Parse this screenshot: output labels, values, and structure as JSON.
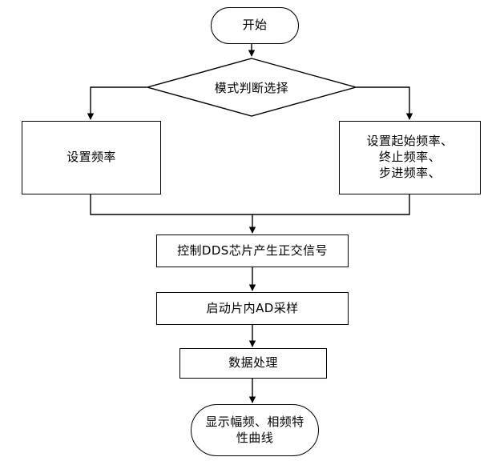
{
  "diagram": {
    "type": "flowchart",
    "orientation": "top-to-bottom",
    "language": "zh-CN",
    "stroke_color": "#000000",
    "fill_color": "#ffffff",
    "nodes": [
      {
        "id": "start",
        "shape": "terminal",
        "label": "开始"
      },
      {
        "id": "decision",
        "shape": "diamond",
        "label": "模式判断选择"
      },
      {
        "id": "set_freq",
        "shape": "process",
        "label": "设置频率"
      },
      {
        "id": "set_sweep",
        "shape": "process",
        "label": "设置起始频率、\n终止频率、\n步进频率、"
      },
      {
        "id": "dds",
        "shape": "process",
        "label": "控制DDS芯片产生正交信号"
      },
      {
        "id": "ad",
        "shape": "process",
        "label": "启动片内AD采样"
      },
      {
        "id": "process",
        "shape": "process",
        "label": "数据处理"
      },
      {
        "id": "end",
        "shape": "terminal",
        "label": "显示幅频、相频特\n性曲线"
      }
    ],
    "edges": [
      {
        "from": "start",
        "to": "decision",
        "label": ""
      },
      {
        "from": "decision",
        "to": "set_freq",
        "label": ""
      },
      {
        "from": "decision",
        "to": "set_sweep",
        "label": ""
      },
      {
        "from": "set_freq",
        "to": "dds",
        "label": ""
      },
      {
        "from": "set_sweep",
        "to": "dds",
        "label": ""
      },
      {
        "from": "dds",
        "to": "ad",
        "label": ""
      },
      {
        "from": "ad",
        "to": "process",
        "label": ""
      },
      {
        "from": "process",
        "to": "end",
        "label": ""
      }
    ]
  }
}
